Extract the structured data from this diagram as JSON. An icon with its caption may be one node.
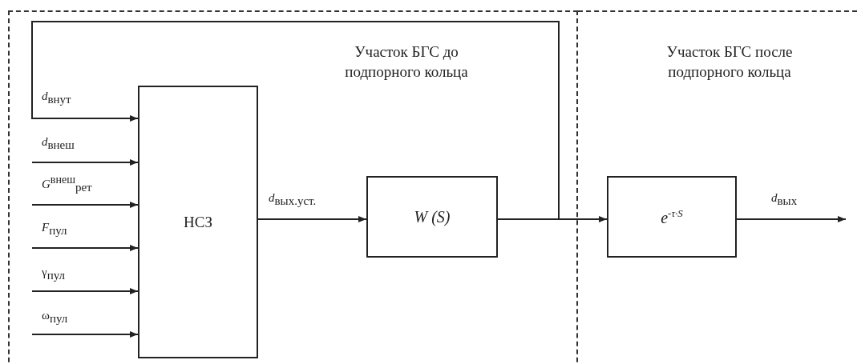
{
  "diagram": {
    "nodes": [
      {
        "text": [
          "Участок БГС до подпорного кольца"
        ]
      },
      {
        "text": [
          "Участок БГС после подпорного кольца"
        ]
      },
      {
        "text": [
          "НСЗ"
        ],
        "in": 0
      },
      {
        "text": [
          "W (S)"
        ],
        "in": 0
      },
      {
        "text": [
          "e$^{-τ·S}$"
        ],
        "in": 1
      }
    ],
    "edges": [
      {
        "from": 3,
        "to": 2,
        "arrow": "to",
        "label": "*d*$_{внут}$"
      },
      {
        "from": null,
        "to": 2,
        "arrow": "to",
        "label": "*d*$_{внеш}$"
      },
      {
        "from": null,
        "to": 2,
        "arrow": "to",
        "label": "*G*$^{внеш}$$_{рет}$"
      },
      {
        "from": null,
        "to": 2,
        "arrow": "to",
        "label": "*F*$_{пул}$"
      },
      {
        "from": null,
        "to": 2,
        "arrow": "to",
        "label": "γ$_{пул}$"
      },
      {
        "from": null,
        "to": 2,
        "arrow": "to",
        "label": "ω$_{пул}$"
      },
      {
        "from": 2,
        "to": 3,
        "arrow": "to",
        "label": "*d*$_{вых.уст.}$"
      },
      {
        "from": 3,
        "to": 4,
        "arrow": "to"
      },
      {
        "from": 4,
        "to": null,
        "arrow": "to",
        "label": "*d*$_{вых}$"
      }
    ]
  }
}
